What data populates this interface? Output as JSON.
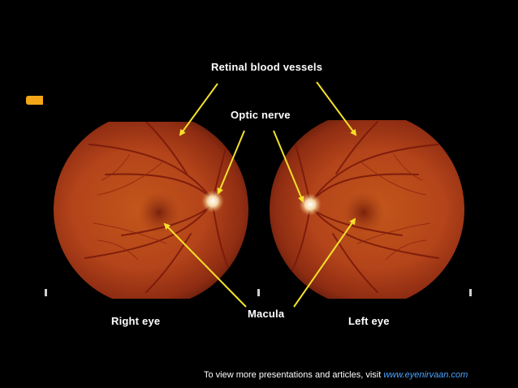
{
  "labels": {
    "retinal_vessels": "Retinal blood vessels",
    "optic_nerve": "Optic nerve",
    "macula": "Macula",
    "right_eye": "Right eye",
    "left_eye": "Left eye"
  },
  "footer": {
    "text": "To view more presentations and articles, visit ",
    "link": "www.eyenirvaan.com"
  },
  "colors": {
    "background": "#000000",
    "label": "#ffffff",
    "arrow": "#f5e12a",
    "link": "#4aa3ff",
    "accent_tab": "#f2a618"
  },
  "icons": {
    "arrow": "yellow-pointer-arrow",
    "retina": "fundus-photograph"
  }
}
